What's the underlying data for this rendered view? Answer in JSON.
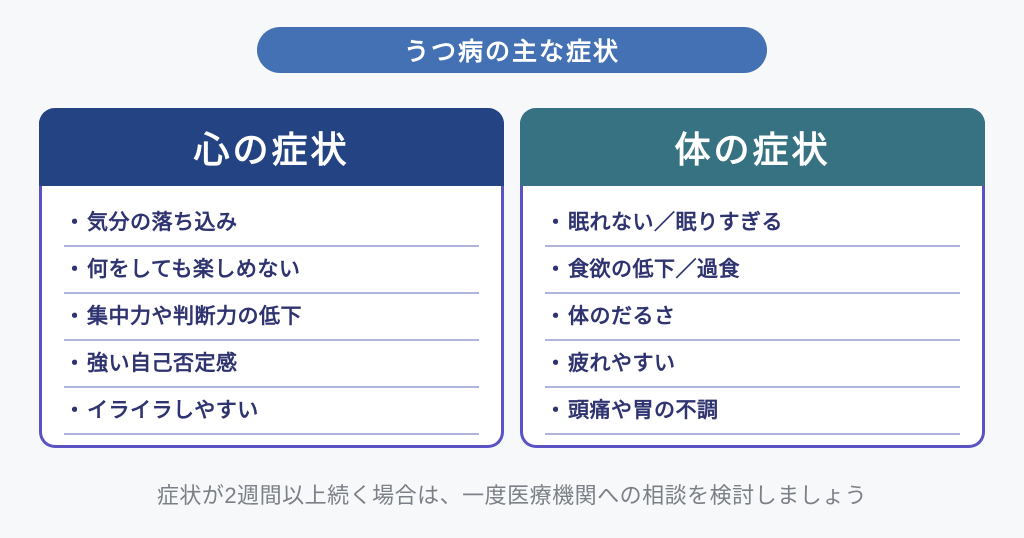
{
  "background_color": "#f7f8f9",
  "title": {
    "text": "うつ病の主な症状",
    "pill_color": "#4470b4",
    "text_color": "#ffffff"
  },
  "cards": [
    {
      "id": "mental",
      "header_label": "心の症状",
      "header_color": "#234383",
      "border_color": "#5b52c4",
      "divider_color": "#aeb4dc",
      "text_color": "#2f3470",
      "bullet": "・",
      "items": [
        "気分の落ち込み",
        "何をしても楽しめない",
        "集中力や判断力の低下",
        "強い自己否定感",
        "イライラしやすい"
      ]
    },
    {
      "id": "physical",
      "header_label": "体の症状",
      "header_color": "#377283",
      "border_color": "#5b52c4",
      "divider_color": "#aeb4dc",
      "text_color": "#2f3470",
      "bullet": "・",
      "items": [
        "眠れない／眠りすぎる",
        "食欲の低下／過食",
        "体のだるさ",
        "疲れやすい",
        "頭痛や胃の不調"
      ]
    }
  ],
  "footer": {
    "text": "症状が2週間以上続く場合は、一度医療機関への相談を検討しましょう",
    "text_color": "#7b7f86"
  }
}
